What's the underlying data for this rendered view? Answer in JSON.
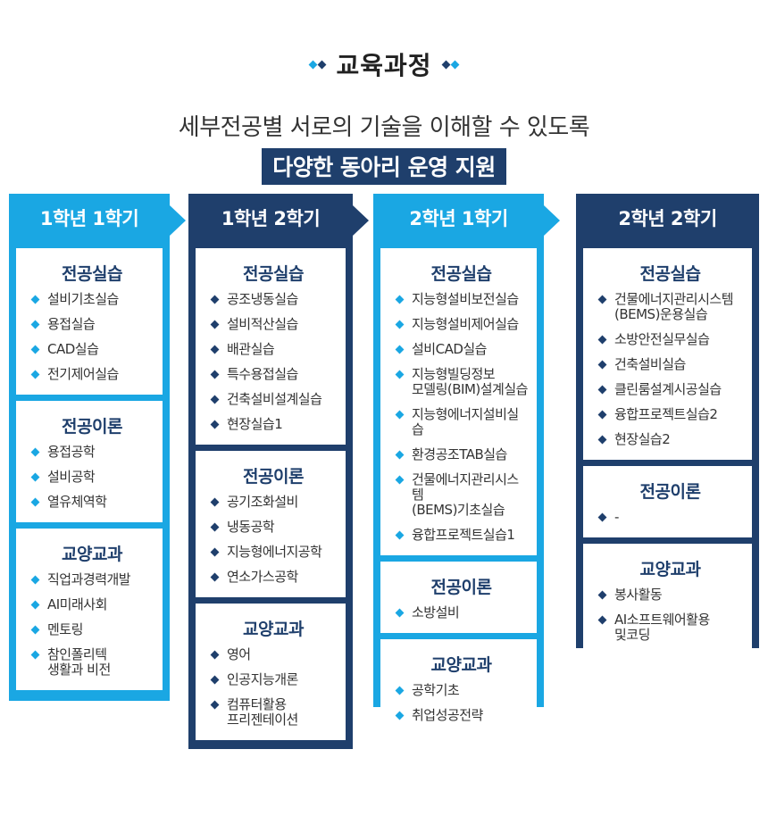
{
  "header": {
    "title": "교육과정",
    "subtitle": "세부전공별 서로의 기술을 이해할 수 있도록",
    "highlight": "다양한 동아리 운영 지원"
  },
  "colors": {
    "light": "#1aa7e3",
    "dark": "#1f3f6c"
  },
  "semesters": [
    {
      "label": "1학년 1학기",
      "sections": [
        {
          "title": "전공실습",
          "items": [
            "설비기초실습",
            "용접실습",
            "CAD실습",
            "전기제어실습"
          ]
        },
        {
          "title": "전공이론",
          "items": [
            "용접공학",
            "설비공학",
            "열유체역학"
          ]
        },
        {
          "title": "교양교과",
          "items": [
            "직업과경력개발",
            "AI미래사회",
            "멘토링",
            "참인폴리텍\n생활과 비전"
          ]
        }
      ]
    },
    {
      "label": "1학년 2학기",
      "sections": [
        {
          "title": "전공실습",
          "items": [
            "공조냉동실습",
            "설비적산실습",
            "배관실습",
            "특수용접실습",
            "건축설비설계실습",
            "현장실습1"
          ]
        },
        {
          "title": "전공이론",
          "items": [
            "공기조화설비",
            "냉동공학",
            "지능형에너지공학",
            "연소가스공학"
          ]
        },
        {
          "title": "교양교과",
          "items": [
            "영어",
            "인공지능개론",
            "컴퓨터활용\n프리젠테이션"
          ]
        }
      ]
    },
    {
      "label": "2학년 1학기",
      "sections": [
        {
          "title": "전공실습",
          "items": [
            "지능형설비보전실습",
            "지능형설비제어실습",
            "설비CAD실습",
            "지능형빌딩정보\n모델링(BIM)설계실습",
            "지능형에너지설비실습",
            "환경공조TAB실습",
            "건물에너지관리시스템\n(BEMS)기초실습",
            "융합프로젝트실습1"
          ]
        },
        {
          "title": "전공이론",
          "items": [
            "소방설비"
          ]
        },
        {
          "title": "교양교과",
          "items": [
            "공학기초",
            "취업성공전략"
          ]
        }
      ]
    },
    {
      "label": "2학년 2학기",
      "sections": [
        {
          "title": "전공실습",
          "items": [
            "건물에너지관리시스템\n(BEMS)운용실습",
            "소방안전실무실습",
            "건축설비실습",
            "클린룸설계시공실습",
            "융합프로젝트실습2",
            "현장실습2"
          ]
        },
        {
          "title": "전공이론",
          "items": [
            "-"
          ]
        },
        {
          "title": "교양교과",
          "items": [
            "봉사활동",
            "AI소프트웨어활용\n및코딩"
          ]
        }
      ]
    }
  ]
}
